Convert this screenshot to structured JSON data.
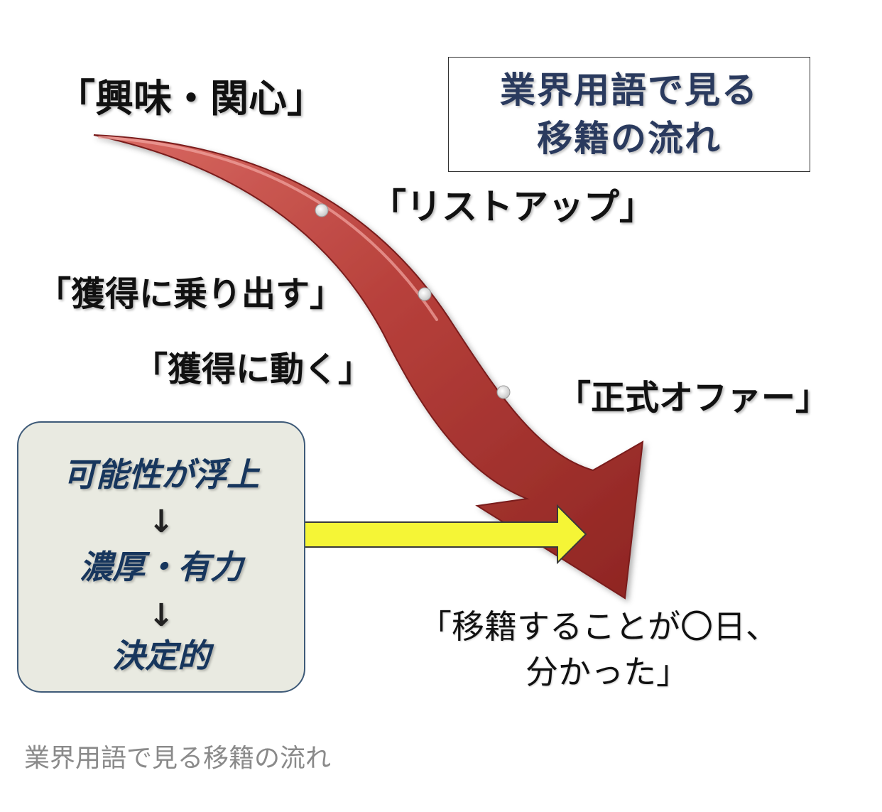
{
  "title_box": {
    "line1": "業界用語で見る",
    "line2": "移籍の流れ"
  },
  "labels": {
    "interest": "「興味・関心」",
    "listup": "「リストアップ」",
    "start_acquisition": "「獲得に乗り出す」",
    "move_to_acquire": "「獲得に動く」",
    "official_offer": "「正式オファー」"
  },
  "stages": {
    "possibility": "可能性が浮上",
    "arrow": "↓",
    "strong": "濃厚・有力",
    "decisive": "決定的"
  },
  "result": {
    "line1": "「移籍することが〇日、",
    "line2": "分かった」"
  },
  "caption": "業界用語で見る移籍の流れ",
  "colors": {
    "curved_arrow": "#b23a36",
    "curved_arrow_dark": "#7a1d1b",
    "yellow_arrow": "#f5f536",
    "title_text": "#2a3a5e",
    "stage_text": "#17365d",
    "stage_box_fill": "#e9eae1",
    "stage_box_border": "#3e5a78"
  }
}
